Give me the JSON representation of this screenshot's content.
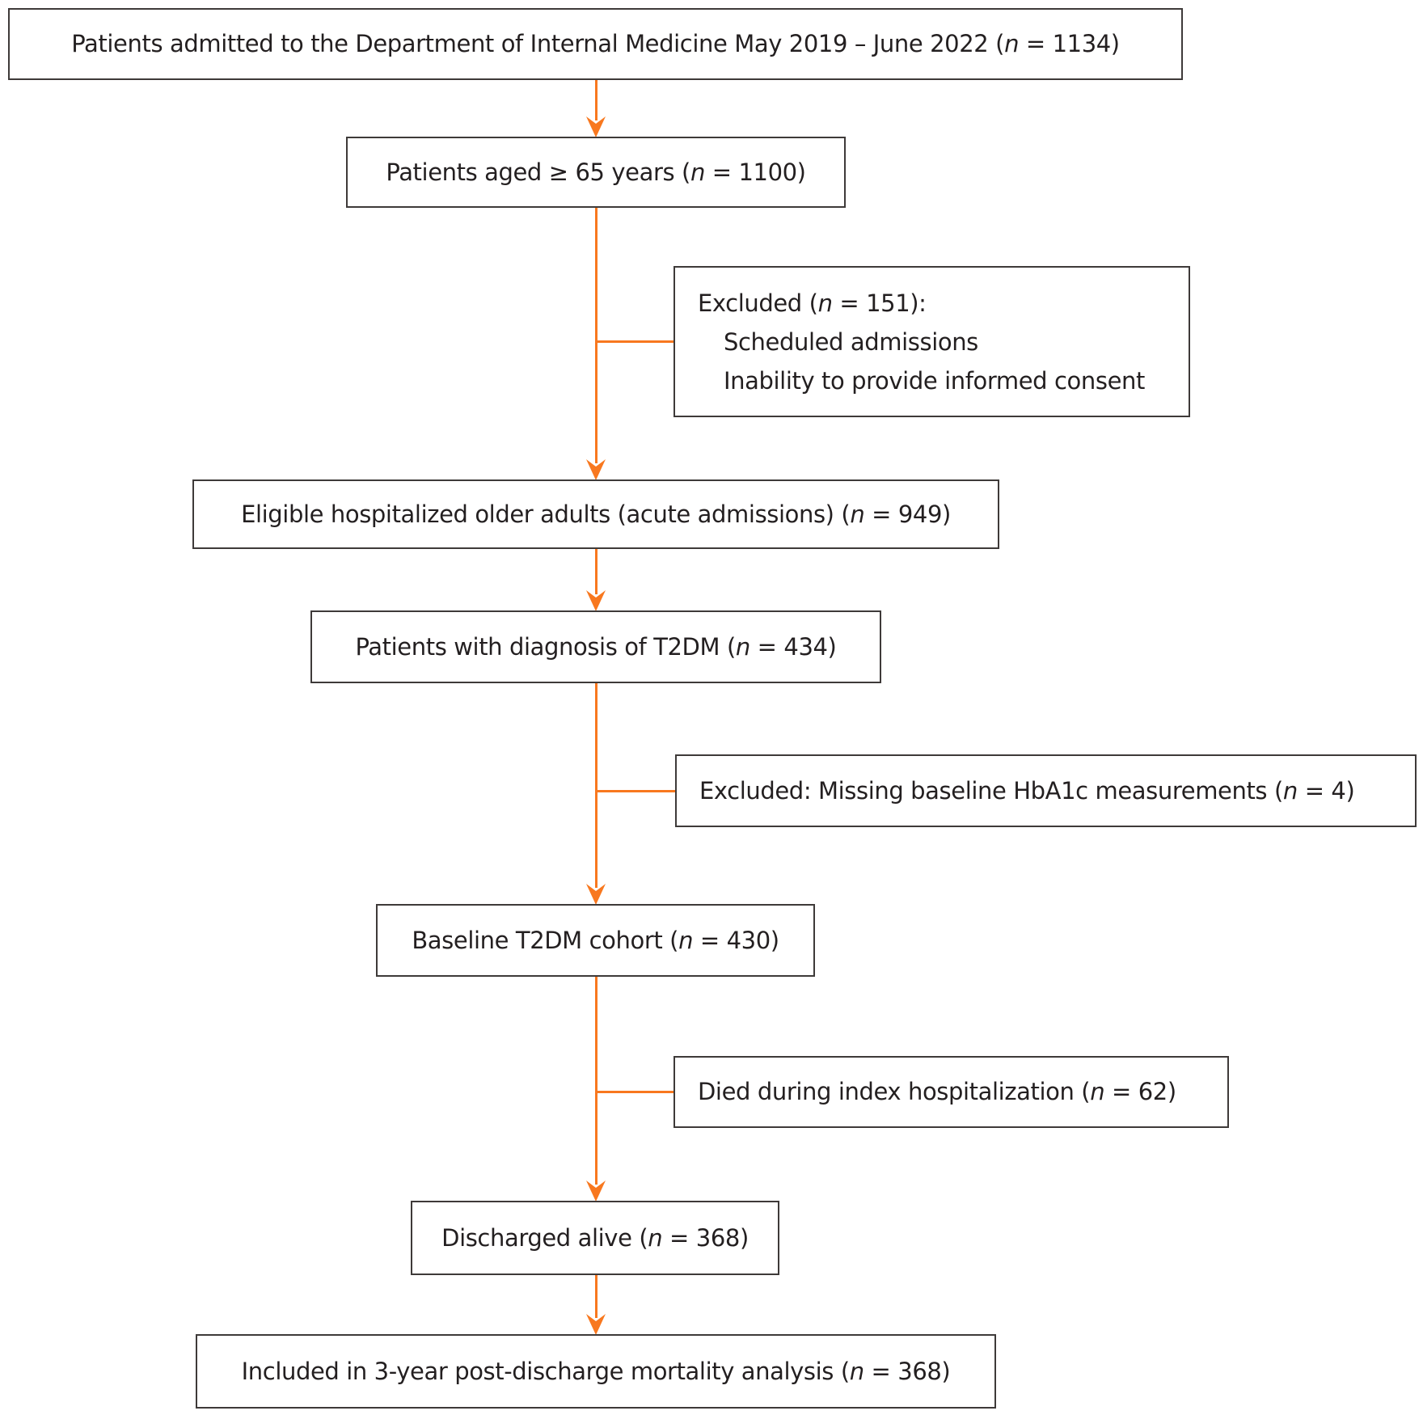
{
  "figure_type": "patient-selection-flow-diagram",
  "colors": {
    "accent": "#F8781F",
    "border": "#3E3A39",
    "text": "#231F20",
    "background": "#FFFFFF"
  },
  "nodes": {
    "admitted": {
      "pre": "Patients admitted to the Department of Internal Medicine May 2019 – June 2022",
      "open": " (",
      "n": "n",
      "eq": " = ",
      "value": "1134",
      "close": ")"
    },
    "aged65": {
      "pre": "Patients aged ≥ 65 years",
      "open": " (",
      "n": "n",
      "eq": " = ",
      "value": "1100",
      "close": ")"
    },
    "excluded1": {
      "pre": "Excluded",
      "open": " (",
      "n": "n",
      "eq": " = ",
      "value": "151",
      "close": "):",
      "lines": [
        "Scheduled admissions",
        "Inability to provide informed consent"
      ]
    },
    "eligible": {
      "pre": "Eligible hospitalized older adults (acute admissions)",
      "open": " (",
      "n": "n",
      "eq": " = ",
      "value": "949",
      "close": ")"
    },
    "t2dm": {
      "pre": "Patients with diagnosis of T2DM",
      "open": " (",
      "n": "n",
      "eq": " = ",
      "value": "434",
      "close": ")"
    },
    "excluded2": {
      "pre": "Excluded: Missing baseline HbA1c measurements",
      "open": " (",
      "n": "n",
      "eq": " = ",
      "value": "4",
      "close": ")"
    },
    "baseline": {
      "pre": "Baseline T2DM cohort",
      "open": " (",
      "n": "n",
      "eq": " = ",
      "value": "430",
      "close": ")"
    },
    "died": {
      "pre": "Died during index hospitalization",
      "open": " (",
      "n": "n",
      "eq": " = ",
      "value": "62",
      "close": ")"
    },
    "discharged": {
      "pre": "Discharged alive",
      "open": " (",
      "n": "n",
      "eq": " = ",
      "value": "368",
      "close": ")"
    },
    "included": {
      "pre": "Included in 3-year post-discharge mortality analysis",
      "open": " (",
      "n": "n",
      "eq": " = ",
      "value": "368",
      "close": ")"
    }
  }
}
